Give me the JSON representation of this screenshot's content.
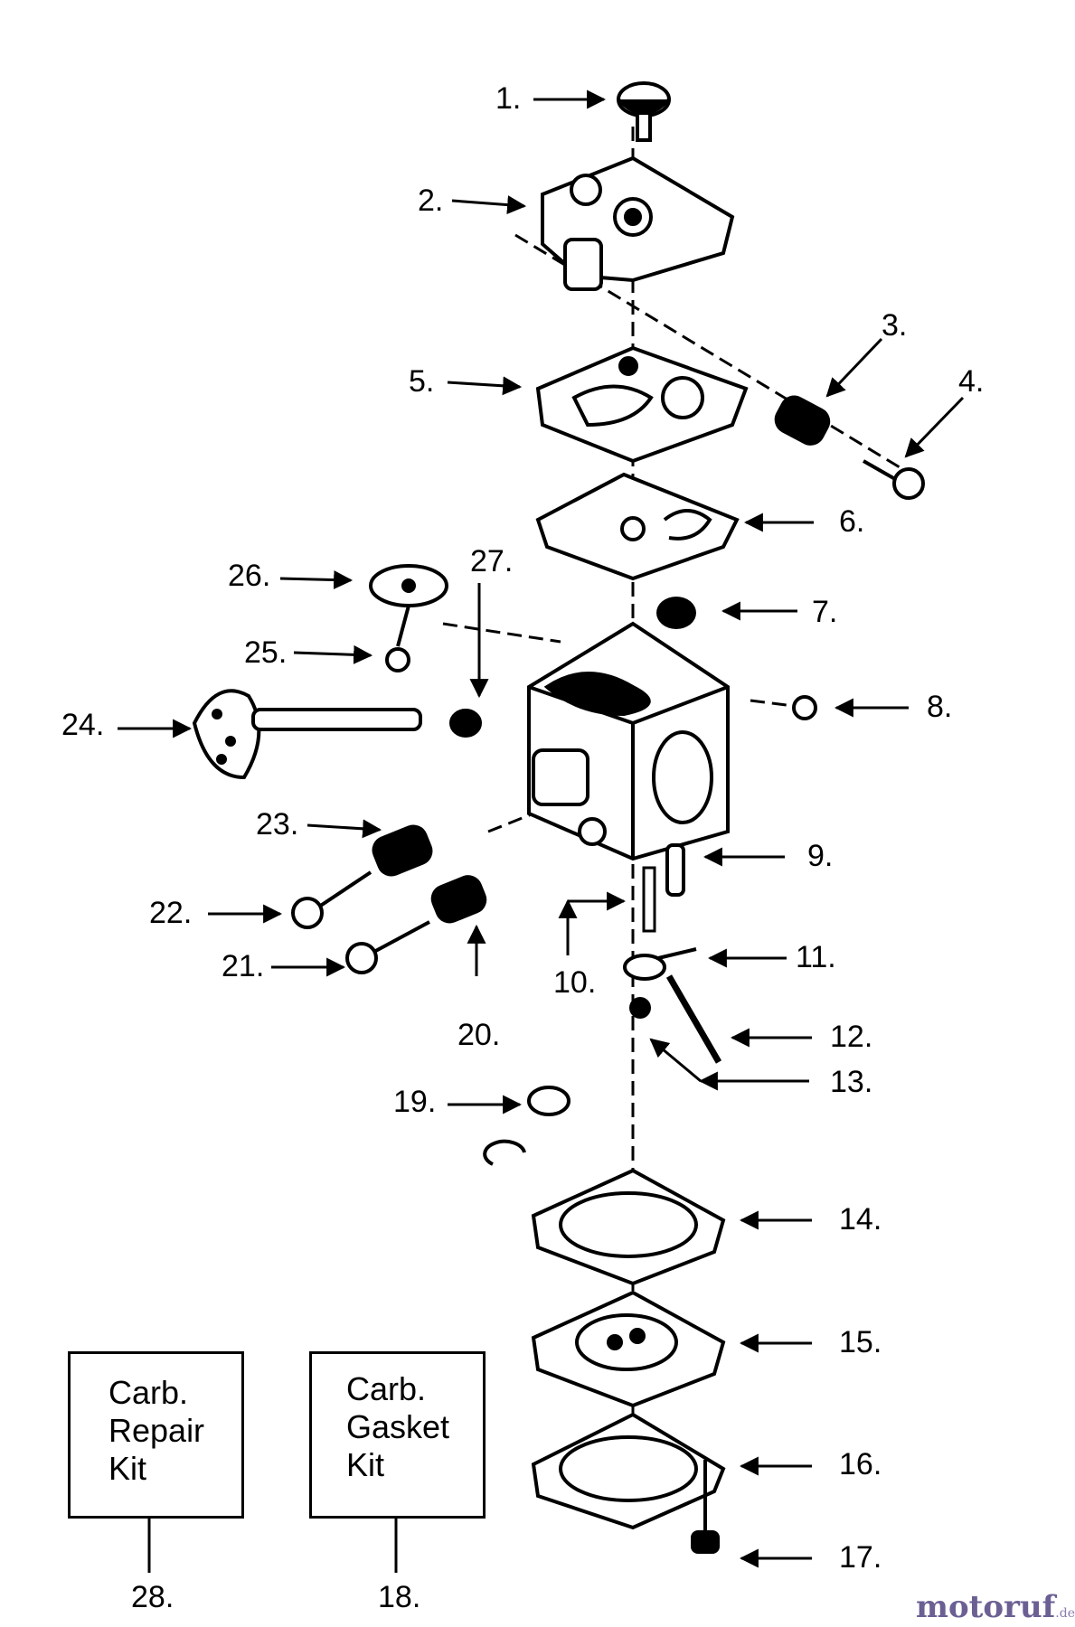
{
  "labels": {
    "p1": "1.",
    "p2": "2.",
    "p3": "3.",
    "p4": "4.",
    "p5": "5.",
    "p6": "6.",
    "p7": "7.",
    "p8": "8.",
    "p9": "9.",
    "p10": "10.",
    "p11": "11.",
    "p12": "12.",
    "p13": "13.",
    "p14": "14.",
    "p15": "15.",
    "p16": "16.",
    "p17": "17.",
    "p18": "18.",
    "p19": "19.",
    "p20": "20.",
    "p21": "21.",
    "p22": "22.",
    "p23": "23.",
    "p24": "24.",
    "p25": "25.",
    "p26": "26.",
    "p27": "27.",
    "p28": "28."
  },
  "kits": {
    "repair": {
      "line1": "Carb.",
      "line2": "Repair",
      "line3": "Kit"
    },
    "gasket": {
      "line1": "Carb.",
      "line2": "Gasket",
      "line3": "Kit"
    }
  },
  "watermark": {
    "brand": "motoruf",
    "suffix": ".de",
    "color": "#6b5f93"
  }
}
